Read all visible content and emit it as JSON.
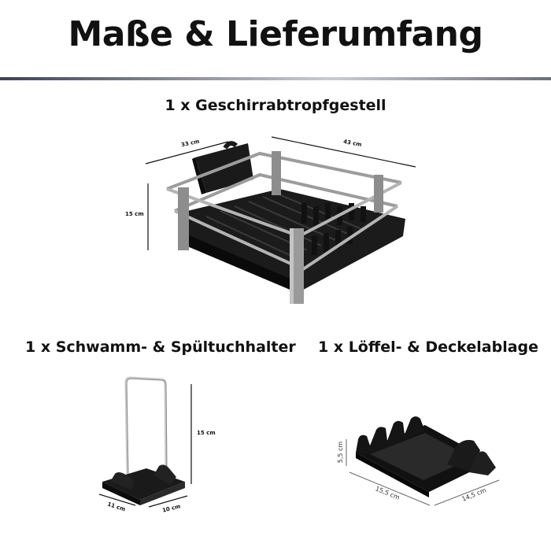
{
  "title": "Maße & Lieferumfang",
  "rack": {
    "caption": "1 x Geschirrabtropfgestell",
    "depth": "33 cm",
    "width": "43 cm",
    "height": "15 cm"
  },
  "sponge": {
    "caption": "1 x Schwamm- & Spültuchhalter",
    "height": "15 cm",
    "depth": "11 cm",
    "width": "10 cm"
  },
  "spoon": {
    "caption": "1 x Löffel- & Deckelablage",
    "height": "5,5 cm",
    "length": "15,5 cm",
    "width": "14,5 cm"
  }
}
